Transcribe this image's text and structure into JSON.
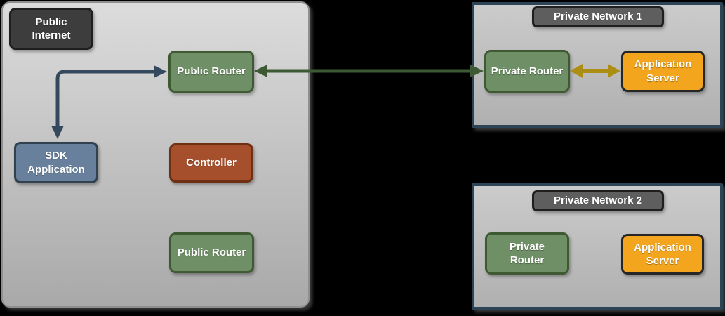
{
  "diagram": {
    "type": "network-topology",
    "background": "#000000",
    "zones": {
      "public": {
        "nodes": {
          "public_internet": "Public Internet",
          "public_router_top": "Public Router",
          "sdk_application": "SDK Application",
          "controller": "Controller",
          "public_router_bottom": "Public Router"
        }
      },
      "private_network_1": {
        "title": "Private Network 1",
        "nodes": {
          "private_router": "Private Router",
          "application_server": "Application Server"
        }
      },
      "private_network_2": {
        "title": "Private Network 2",
        "nodes": {
          "private_router": "Private Router",
          "application_server": "Application Server"
        }
      }
    },
    "connections": [
      {
        "id": "sdk-application--public-router",
        "style": "elbow",
        "direction": "bidirectional",
        "color": "#35495e"
      },
      {
        "id": "public-router--private-router-1",
        "style": "straight",
        "direction": "bidirectional",
        "color": "#3d5a35"
      },
      {
        "id": "private-router-1--application-server-1",
        "style": "straight",
        "direction": "bidirectional",
        "color": "#ad8e15"
      }
    ],
    "palette": {
      "router_fill": "#6f9066",
      "router_border": "#3f5a33",
      "sdk_fill": "#68809c",
      "sdk_border": "#31414f",
      "controller_fill": "#a64f2c",
      "controller_border": "#6e2f12",
      "server_fill": "#f2a51d",
      "server_border": "#262626",
      "internet_label_fill": "#3d3d3d",
      "network_title_fill": "#5e5e5e",
      "zone_border_public": "#8f8f8f",
      "zone_border_private": "#2c4455",
      "text": "#ffffff"
    }
  }
}
